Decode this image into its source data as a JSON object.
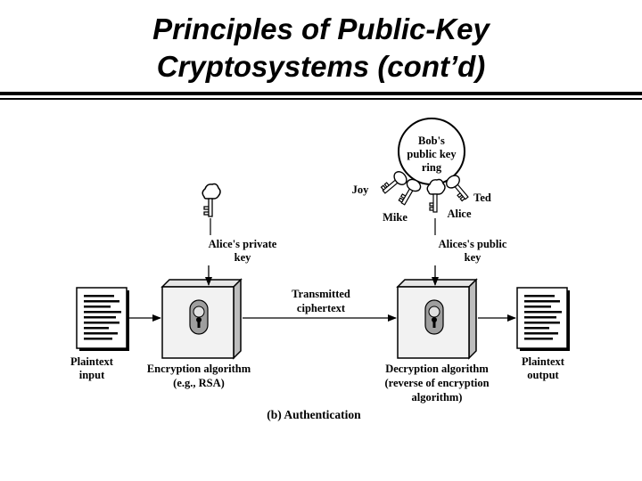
{
  "slide": {
    "title_line1": "Principles of Public-Key",
    "title_line2": "Cryptosystems (cont’d)"
  },
  "diagram": {
    "key_ring": {
      "line1": "Bob's",
      "line2": "public key",
      "line3": "ring"
    },
    "ring_keys": {
      "joy": "Joy",
      "mike": "Mike",
      "alice": "Alice",
      "ted": "Ted"
    },
    "private_key_label": {
      "line1": "Alice's private",
      "line2": "key"
    },
    "public_key_label": {
      "line1": "Alices's public",
      "line2": "key"
    },
    "transmitted": {
      "line1": "Transmitted",
      "line2": "ciphertext"
    },
    "plaintext_input": {
      "line1": "Plaintext",
      "line2": "input"
    },
    "plaintext_output": {
      "line1": "Plaintext",
      "line2": "output"
    },
    "encryption": {
      "line1": "Encryption algorithm",
      "line2": "(e.g., RSA)"
    },
    "decryption": {
      "line1": "Decryption algorithm",
      "line2": "(reverse of encryption",
      "line3": "algorithm)"
    },
    "caption": "(b) Authentication"
  }
}
